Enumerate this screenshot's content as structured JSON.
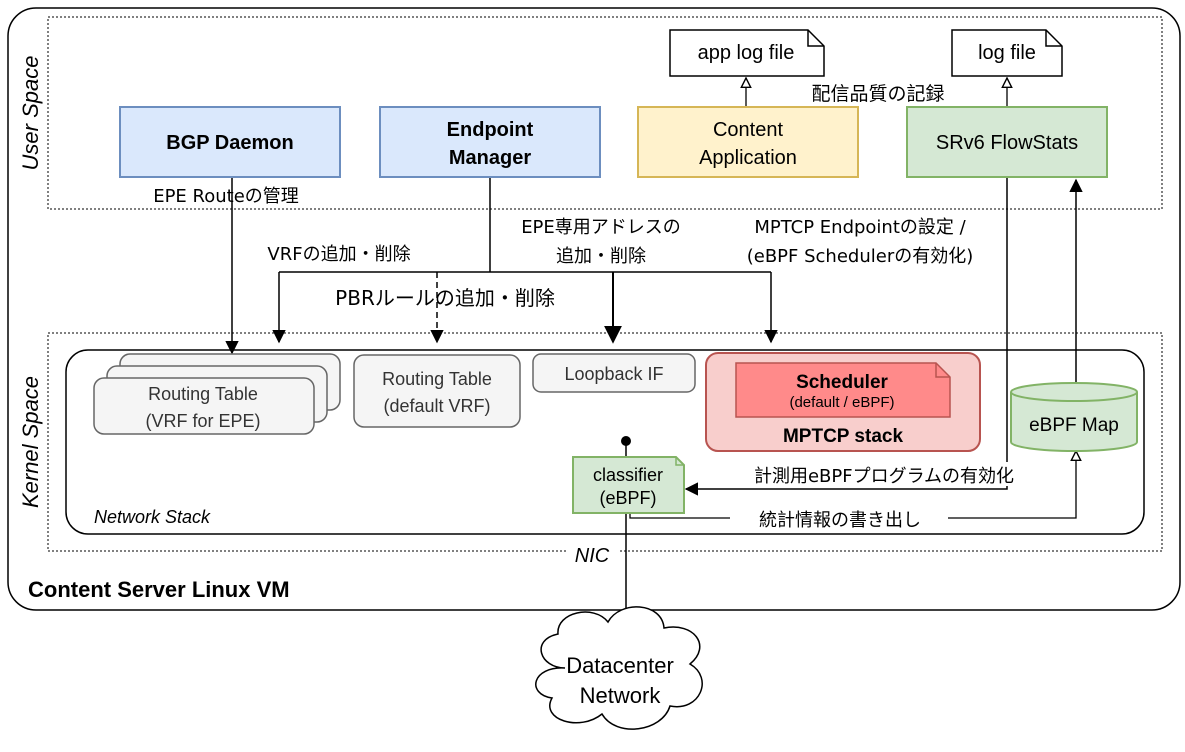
{
  "vm_label": "Content Server Linux VM",
  "user_space_label": "User Space",
  "kernel_space_label": "Kernel Space",
  "network_stack_label": "Network Stack",
  "nic_label": "NIC",
  "components": {
    "bgp_daemon": "BGP Daemon",
    "endpoint_manager": [
      "Endpoint",
      "Manager"
    ],
    "content_application": [
      "Content",
      "Application"
    ],
    "srv6_flowstats": "SRv6 FlowStats",
    "app_log_file": "app log file",
    "log_file": "log file",
    "routing_table_epe": [
      "Routing Table",
      "(VRF for EPE)"
    ],
    "routing_table_default": [
      "Routing Table",
      "(default VRF)"
    ],
    "loopback_if": "Loopback IF",
    "scheduler": "Scheduler",
    "scheduler_sub": "(default / eBPF)",
    "mptcp_stack": "MPTCP stack",
    "ebpf_map": "eBPF Map",
    "classifier": [
      "classifier",
      "(eBPF)"
    ],
    "datacenter_network": [
      "Datacenter",
      "Network"
    ]
  },
  "annotations": {
    "delivery_quality": "配信品質の記録",
    "epe_route_mgmt": "EPE Routeの管理",
    "vrf_add_del": "VRFの追加・削除",
    "epe_addr": [
      "EPE専用アドレスの",
      "追加・削除"
    ],
    "mptcp_endpoint": [
      "MPTCP Endpointの設定 /",
      "(eBPF Schedulerの有効化)"
    ],
    "pbr_rule": "PBRルールの追加・削除",
    "enable_ebpf": "計測用eBPFプログラムの有効化",
    "export_stats": "統計情報の書き出し"
  },
  "colors": {
    "blue_fill": "#dae8fc",
    "blue_stroke": "#6c8ebf",
    "yellow_fill": "#fff2cc",
    "yellow_stroke": "#d6b656",
    "green_fill": "#d5e8d4",
    "green_stroke": "#82b366",
    "red_fill": "#f8cecc",
    "red_stroke": "#b85450",
    "red_inner_fill": "#ff8a8a",
    "gray_fill": "#f5f5f5",
    "gray_stroke": "#666666"
  }
}
